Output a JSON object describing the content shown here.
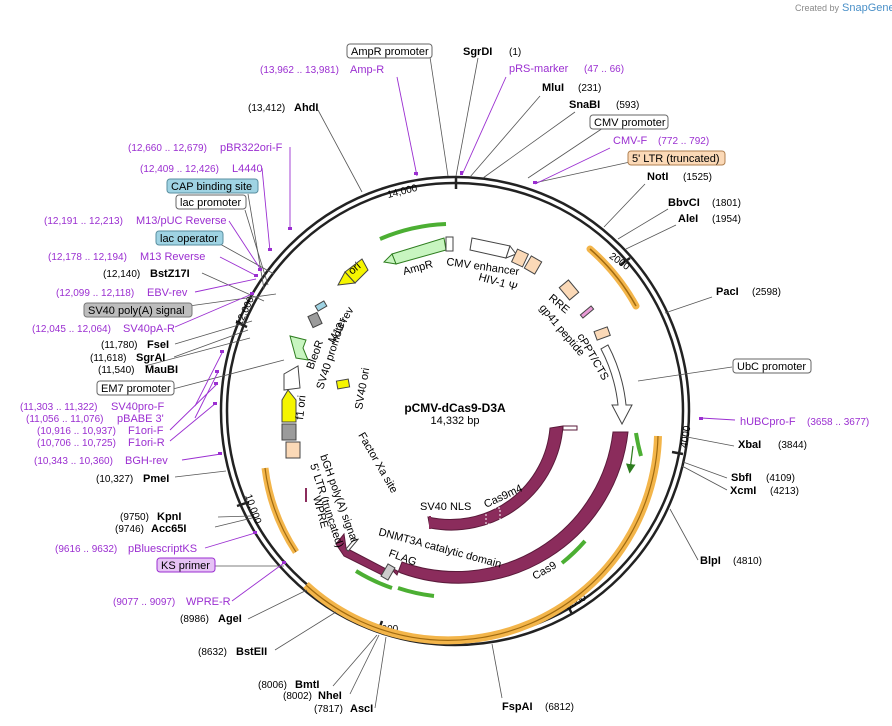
{
  "header": {
    "credit_prefix": "Created by",
    "brand": "SnapGene"
  },
  "plasmid": {
    "name": "pCMV-dCas9-D3A",
    "size": "14,332 bp",
    "length_bp": 14332
  },
  "ticks": [
    "2000",
    "4000",
    "6000",
    "8000",
    "10,000",
    "12,000",
    "14,000"
  ],
  "colors": {
    "primer": "#9b2fd1",
    "cas9": "#8b2c5c",
    "orange_feature": "#f3b54a",
    "green_arrow": "#4caf33",
    "ori_yellow": "#f5f500",
    "promoter_box": "#ffffff",
    "ltr_box": "#fbd9b7",
    "cap_box": "#9fd3e3",
    "grey_box": "#bdbdbd",
    "ks_box": "#e6c2f5"
  },
  "sites": {
    "sgrdi": {
      "name": "SgrDI",
      "pos": "(1)"
    },
    "mlui": {
      "name": "MluI",
      "pos": "(231)"
    },
    "snabi": {
      "name": "SnaBI",
      "pos": "(593)"
    },
    "noti": {
      "name": "NotI",
      "pos": "(1525)"
    },
    "bbvci": {
      "name": "BbvCI",
      "pos": "(1801)"
    },
    "alei": {
      "name": "AleI",
      "pos": "(1954)"
    },
    "paci": {
      "name": "PacI",
      "pos": "(2598)"
    },
    "xbai": {
      "name": "XbaI",
      "pos": "(3844)"
    },
    "sbfi": {
      "name": "SbfI",
      "pos": "(4109)"
    },
    "xcmi": {
      "name": "XcmI",
      "pos": "(4213)"
    },
    "blpi": {
      "name": "BlpI",
      "pos": "(4810)"
    },
    "fspai": {
      "name": "FspAI",
      "pos": "(6812)"
    },
    "asci": {
      "name": "AscI",
      "pos": "(7817)"
    },
    "nhei": {
      "name": "NheI",
      "pos": "(8002)"
    },
    "bmti": {
      "name": "BmtI",
      "pos": "(8006)"
    },
    "bsteii": {
      "name": "BstEII",
      "pos": "(8632)"
    },
    "agei": {
      "name": "AgeI",
      "pos": "(8986)"
    },
    "acc65i": {
      "name": "Acc65I",
      "pos": "(9746)"
    },
    "kpni": {
      "name": "KpnI",
      "pos": "(9750)"
    },
    "pmei": {
      "name": "PmeI",
      "pos": "(10,327)"
    },
    "maubi": {
      "name": "MauBI",
      "pos": "(11,540)"
    },
    "sgrai": {
      "name": "SgrAI",
      "pos": "(11,618)"
    },
    "fsei": {
      "name": "FseI",
      "pos": "(11,780)"
    },
    "bstz17i": {
      "name": "BstZ17I",
      "pos": "(12,140)"
    },
    "ahdi": {
      "name": "AhdI",
      "pos": "(13,412)"
    }
  },
  "primers": {
    "amp_r": {
      "name": "Amp-R",
      "pos": "(13,962 .. 13,981)"
    },
    "prs_marker": {
      "name": "pRS-marker",
      "pos": "(47 .. 66)"
    },
    "cmv_f": {
      "name": "CMV-F",
      "pos": "(772 .. 792)"
    },
    "pbr322ori_f": {
      "name": "pBR322ori-F",
      "pos": "(12,660 .. 12,679)"
    },
    "l4440": {
      "name": "L4440",
      "pos": "(12,409 .. 12,426)"
    },
    "m13_puc_rev": {
      "name": "M13/pUC Reverse",
      "pos": "(12,191 .. 12,213)"
    },
    "m13_reverse": {
      "name": "M13 Reverse",
      "pos": "(12,178 .. 12,194)"
    },
    "ebv_rev": {
      "name": "EBV-rev",
      "pos": "(12,099 .. 12,118)"
    },
    "sv40pa_r": {
      "name": "SV40pA-R",
      "pos": "(12,045 .. 12,064)"
    },
    "sv40pro_f": {
      "name": "SV40pro-F",
      "pos": "(11,303 .. 11,322)"
    },
    "pbabe3": {
      "name": "pBABE 3'",
      "pos": "(11,056 .. 11,076)"
    },
    "f1ori_f": {
      "name": "F1ori-F",
      "pos": "(10,916 .. 10,937)"
    },
    "f1ori_r": {
      "name": "F1ori-R",
      "pos": "(10,706 .. 10,725)"
    },
    "bgh_rev": {
      "name": "BGH-rev",
      "pos": "(10,343 .. 10,360)"
    },
    "pbluescriptks": {
      "name": "pBluescriptKS",
      "pos": "(9616 .. 9632)"
    },
    "wpre_r": {
      "name": "WPRE-R",
      "pos": "(9077 .. 9097)"
    },
    "hubcpro_f": {
      "name": "hUBCpro-F",
      "pos": "(3658 .. 3677)"
    }
  },
  "boxes": {
    "ampr_promoter": "AmpR promoter",
    "cmv_promoter": "CMV promoter",
    "ltr5": "5' LTR (truncated)",
    "cap_site": "CAP binding site",
    "lac_promoter": "lac promoter",
    "lac_operator": "lac operator",
    "sv40_polya": "SV40 poly(A) signal",
    "em7_promoter": "EM7 promoter",
    "ubc_promoter": "UbC promoter",
    "ks_primer": "KS primer"
  },
  "features": {
    "ampr": "AmpR",
    "ori": "ori",
    "cmv_enhancer": "CMV enhancer",
    "hiv1_psi": "HIV-1 Ψ",
    "rre": "RRE",
    "gp41": "gp41 peptide",
    "cppt": "cPPT/CTS",
    "m13rev": "M13 rev",
    "bleor": "BleoR",
    "sv40_promoter": "SV40 promoter",
    "sv40_ori": "SV40 ori",
    "f1_ori": "f1 ori",
    "factor_xa": "Factor Xa site",
    "bgh_polya": "bGH poly(A) signal",
    "ltr5_inner": "5' LTR (truncated)",
    "wpre": "WPRE",
    "sv40_nls": "SV40 NLS",
    "cas9m4": "Cas9m4",
    "cas9": "Cas9",
    "dnmt3a": "DNMT3A catalytic domain",
    "flag": "FLAG"
  }
}
